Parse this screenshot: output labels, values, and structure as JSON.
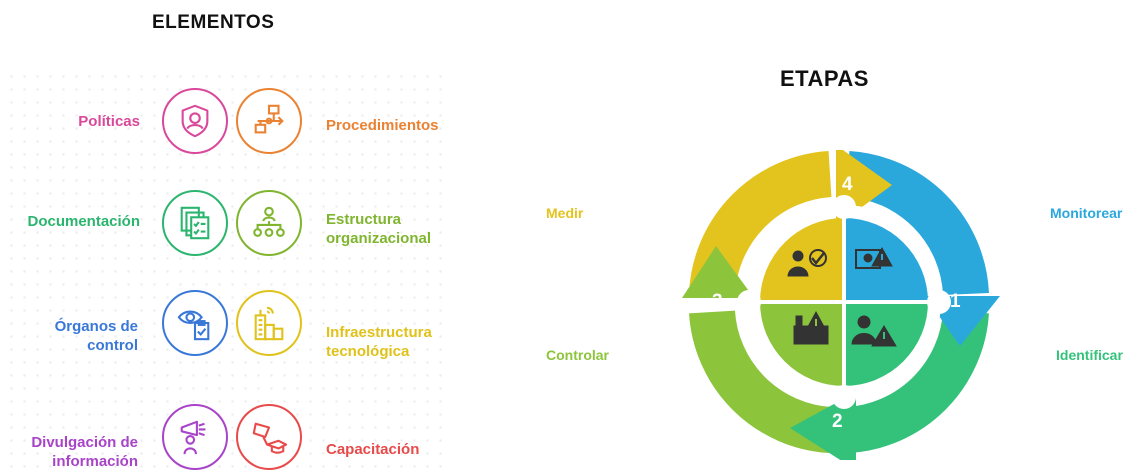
{
  "elementos": {
    "title": "ELEMENTOS",
    "items": [
      {
        "label": "Políticas",
        "color": "#d9489a",
        "icon": "shield-person-icon"
      },
      {
        "label": "Procedimientos",
        "color": "#ea8232",
        "icon": "flowchart-icon"
      },
      {
        "label": "Documentación",
        "color": "#2bb56e",
        "icon": "documents-checklist-icon"
      },
      {
        "label": "Estructura organizacional",
        "color": "#80b530",
        "icon": "org-chart-icon"
      },
      {
        "label": "Órganos de control",
        "color": "#3a78d8",
        "icon": "eye-clipboard-icon"
      },
      {
        "label": "Infraestructura tecnológica",
        "color": "#e0c21a",
        "icon": "buildings-icon"
      },
      {
        "label": "Divulgación de información",
        "color": "#a844c8",
        "icon": "megaphone-person-icon"
      },
      {
        "label": "Capacitación",
        "color": "#e84a4a",
        "icon": "graduation-icon"
      }
    ]
  },
  "etapas": {
    "title": "ETAPAS",
    "stages": [
      {
        "number": "1",
        "label": "Identificar",
        "color": "#34c27b"
      },
      {
        "number": "2",
        "label": "Controlar",
        "color": "#8cc43c"
      },
      {
        "number": "3",
        "label": "Medir",
        "color": "#e3c41e"
      },
      {
        "number": "4",
        "label": "Monitorear",
        "color": "#2aa8dc"
      }
    ],
    "center_icons": [
      "person-check-icon",
      "screen-warning-icon",
      "factory-warning-icon",
      "person-warning-icon"
    ]
  }
}
